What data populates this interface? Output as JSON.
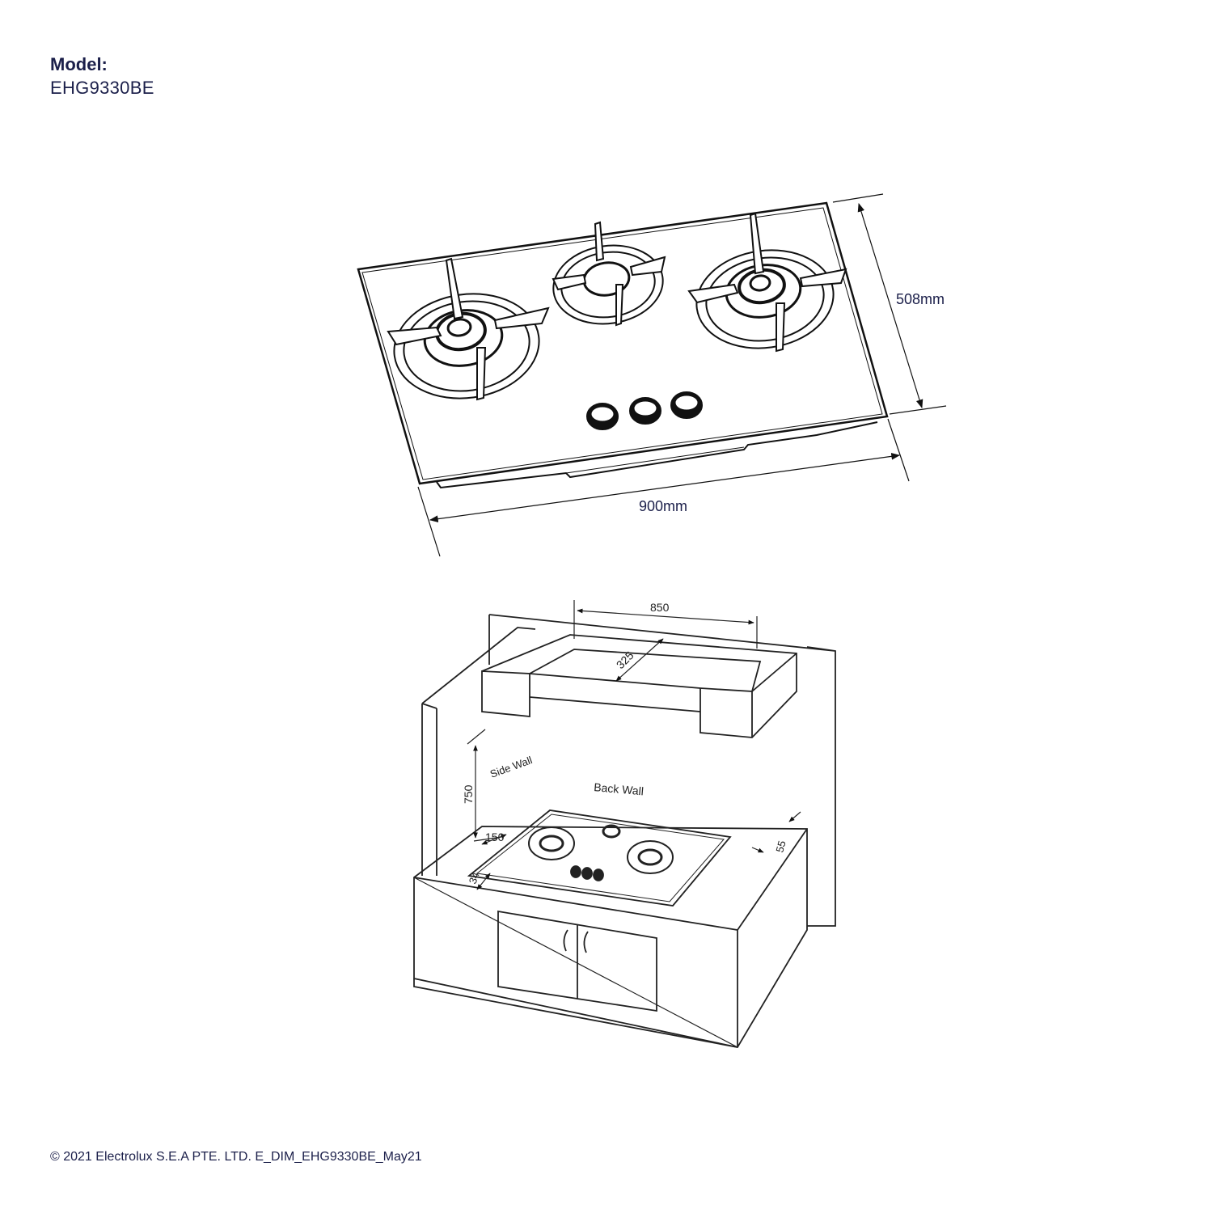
{
  "header": {
    "model_label": "Model:",
    "model_value": "EHG9330BE"
  },
  "hob_diagram": {
    "depth_label": "508mm",
    "width_label": "900mm"
  },
  "installation_diagram": {
    "hood_width": "850",
    "hood_depth": "325",
    "height_above": "750",
    "side_wall_label": "Side Wall",
    "back_wall_label": "Back Wall",
    "side_clearance": "150",
    "front_clearance": "34",
    "back_clearance": "55"
  },
  "footer": {
    "copyright": "© 2021 Electrolux S.E.A PTE. LTD.  E_DIM_EHG9330BE_May21"
  }
}
